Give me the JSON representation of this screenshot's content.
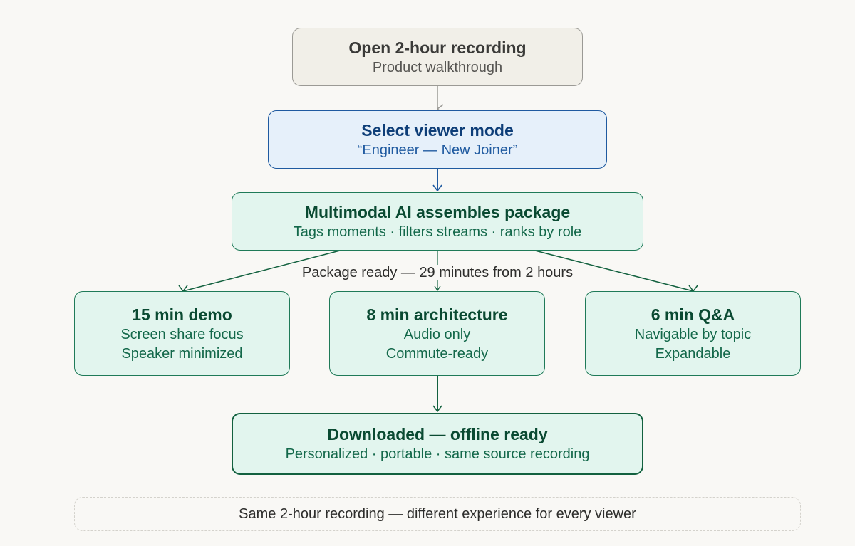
{
  "nodes": {
    "open_recording": {
      "title": "Open 2-hour recording",
      "subtitle": "Product walkthrough"
    },
    "select_mode": {
      "title": "Select viewer mode",
      "subtitle": "“Engineer — New Joiner”"
    },
    "ai_assembles": {
      "title": "Multimodal AI assembles package",
      "subtitle": "Tags moments · filters streams · ranks by role"
    },
    "demo": {
      "title": "15 min demo",
      "lines": [
        "Screen share focus",
        "Speaker minimized"
      ]
    },
    "architecture": {
      "title": "8 min architecture",
      "lines": [
        "Audio only",
        "Commute-ready"
      ]
    },
    "qa": {
      "title": "6 min Q&A",
      "lines": [
        "Navigable by topic",
        "Expandable"
      ]
    },
    "downloaded": {
      "title": "Downloaded — offline ready",
      "subtitle": "Personalized · portable · same source recording"
    }
  },
  "edge_label": "Package ready — 29 minutes from 2 hours",
  "footer_note": "Same 2-hour recording — different experience for every viewer",
  "colors": {
    "neutral": "#9b9a95",
    "blue": "#1f5aa0",
    "green": "#1f7a58"
  }
}
